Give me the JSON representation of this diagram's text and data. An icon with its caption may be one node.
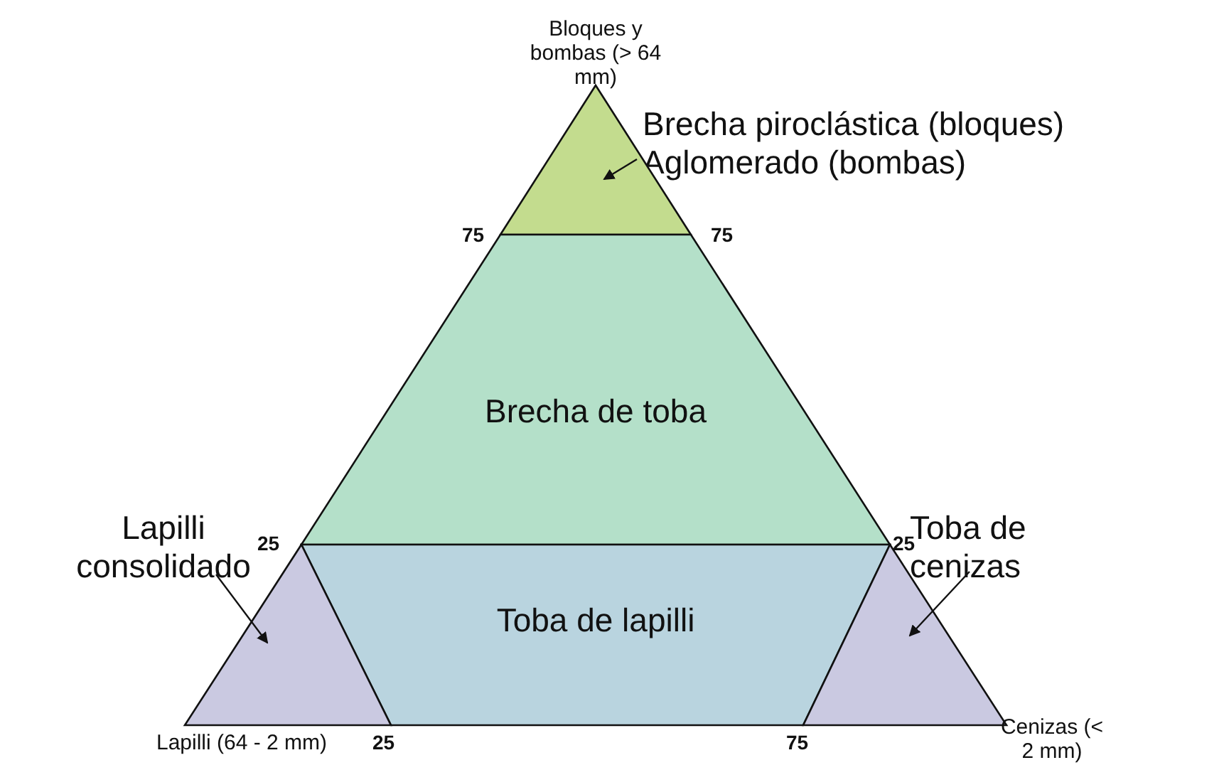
{
  "diagram": {
    "nodes": [
      {
        "text": [
          "Brecha piroclástica (bloques)",
          "Aglomerado (bombas)"
        ]
      },
      {
        "text": [],
        "shape": "triangle"
      },
      {
        "text": [
          "Brecha de toba"
        ]
      },
      {
        "text": [
          "Lapilli consolidado"
        ]
      },
      {
        "text": [
          "Toba de cenizas"
        ]
      },
      {
        "text": [
          "Toba de lapilli"
        ]
      },
      {
        "text": [],
        "shape": "triangle"
      },
      {
        "text": [],
        "shape": "triangle"
      }
    ],
    "edges": [
      {
        "from": 0,
        "to": 1,
        "arrow": "to"
      },
      {
        "from": 3,
        "to": 6,
        "arrow": "to"
      },
      {
        "from": 4,
        "to": 7,
        "arrow": "to"
      }
    ],
    "labels": [
      "Bloques y bombas (> 64 mm)",
      "75",
      "75",
      "25",
      "25",
      "Lapilli (64 - 2 mm)",
      "25",
      "75",
      "Cenizas (< 2 mm)"
    ]
  }
}
